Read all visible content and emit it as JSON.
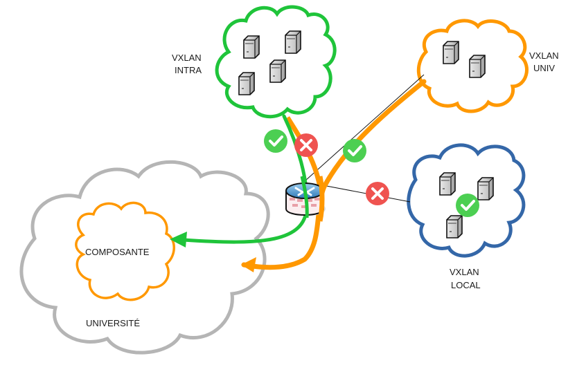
{
  "colors": {
    "green": "#1fc43a",
    "orange": "#ff9800",
    "blue": "#3467a8",
    "gray": "#b5b5b5",
    "ok_badge": "#4ccf52",
    "deny_badge": "#ef5350"
  },
  "clouds": {
    "intra": {
      "label_line1": "VXLAN",
      "label_line2": "INTRA",
      "servers": 4
    },
    "univ": {
      "label_line1": "VXLAN",
      "label_line2": "UNIV",
      "servers": 2
    },
    "local": {
      "label_line1": "VXLAN",
      "label_line2": "LOCAL",
      "servers": 3
    },
    "universite": {
      "label": "UNIVERSITÉ"
    },
    "composante": {
      "label": "COMPOSANTE"
    }
  },
  "firewall": {
    "icon": "firewall-router-icon"
  },
  "badges": [
    {
      "id": "intra-green-allow",
      "status": "allowed",
      "icon": "check-icon"
    },
    {
      "id": "intra-orange-deny",
      "status": "denied",
      "icon": "cross-icon"
    },
    {
      "id": "univ-orange-allow",
      "status": "allowed",
      "icon": "check-icon"
    },
    {
      "id": "local-link-deny",
      "status": "denied",
      "icon": "cross-icon"
    },
    {
      "id": "local-internal-allow",
      "status": "allowed",
      "icon": "check-icon"
    }
  ]
}
